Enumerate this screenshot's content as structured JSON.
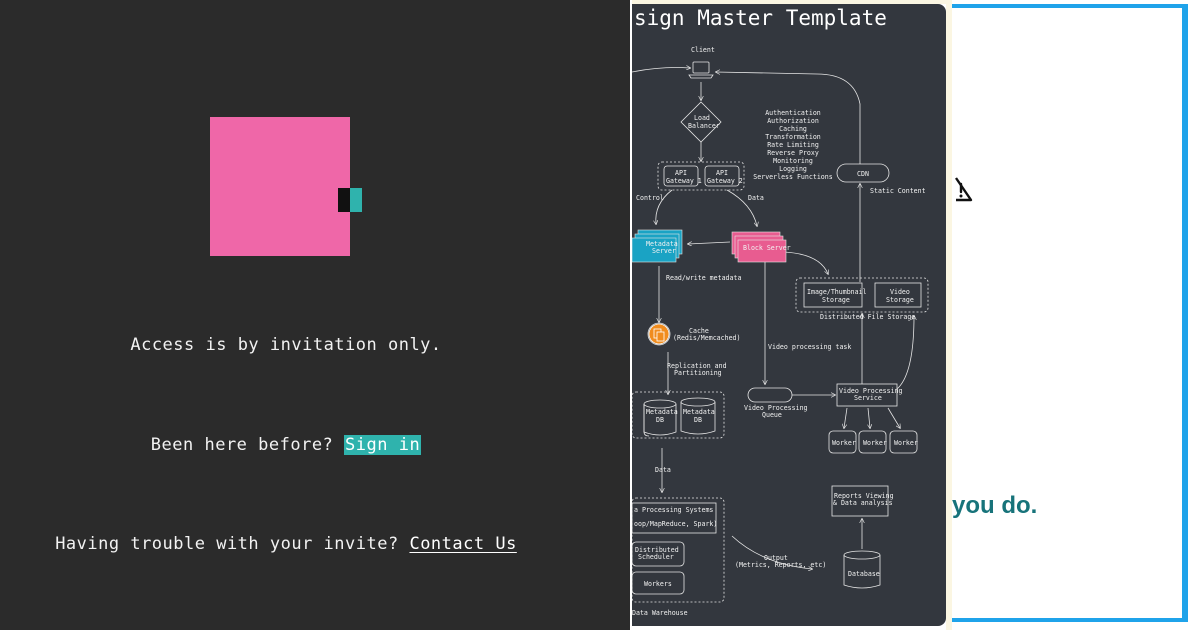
{
  "left_panel": {
    "invitation_text": "Access is by invitation only.",
    "been_here_text": "Been here before?",
    "sign_in_label": "Sign in",
    "trouble_text": "Having trouble with your invite?",
    "contact_label": "Contact Us",
    "colors": {
      "background": "#2b2b2b",
      "logo_pink": "#ef67a8",
      "logo_teal": "#2fb3ad"
    }
  },
  "diagram_panel": {
    "title": "sign Master Template",
    "nodes": {
      "client": "Client",
      "load_balancer_1": "Load",
      "load_balancer_2": "Balancer",
      "api_gateway_1a": "API",
      "api_gateway_1b": "Gateway 1",
      "api_gateway_2a": "API",
      "api_gateway_2b": "Gateway 2",
      "features": [
        "Authentication",
        "Authorization",
        "Caching",
        "Transformation",
        "Rate Limiting",
        "Reverse Proxy",
        "Monitoring",
        "Logging",
        "Serverless Functions"
      ],
      "cdn": "CDN",
      "static_content": "Static Content",
      "control": "Control",
      "data_label": "Data",
      "metadata_server_1": "Metadata",
      "metadata_server_2": "Server",
      "block_server": "Block Server",
      "read_write": "Read/write metadata",
      "image_storage_1": "Image/Thumbnail",
      "image_storage_2": "Storage",
      "video_storage_1": "Video",
      "video_storage_2": "Storage",
      "distributed_storage": "Distributed File Storage",
      "cache_1": "Cache",
      "cache_2": "(Redis/Memcached)",
      "video_task": "Video processing task",
      "replication_1": "Replication and",
      "replication_2": "Partitioning",
      "metadata_db_1": "Metadata",
      "metadata_db_2": "DB",
      "video_queue_1": "Video Processing",
      "video_queue_2": "Queue",
      "video_service_1": "Video Processing",
      "video_service_2": "Service",
      "worker": "Worker",
      "data_vertical": "Data",
      "reports_1": "Reports Viewing",
      "reports_2": "& Data analysis",
      "processing_systems_1": "a Processing Systems",
      "processing_systems_2": "oop/MapReduce, Spark)",
      "scheduler_1": "Distributed",
      "scheduler_2": "Scheduler",
      "workers": "Workers",
      "output_1": "Output",
      "output_2": "(Metrics, Reports, etc)",
      "database": "Database",
      "data_warehouse": "Data Warehouse"
    }
  },
  "right_panel": {
    "partial_text": "you do.",
    "colors": {
      "border": "#1fa3ea",
      "text": "#17737a"
    }
  }
}
